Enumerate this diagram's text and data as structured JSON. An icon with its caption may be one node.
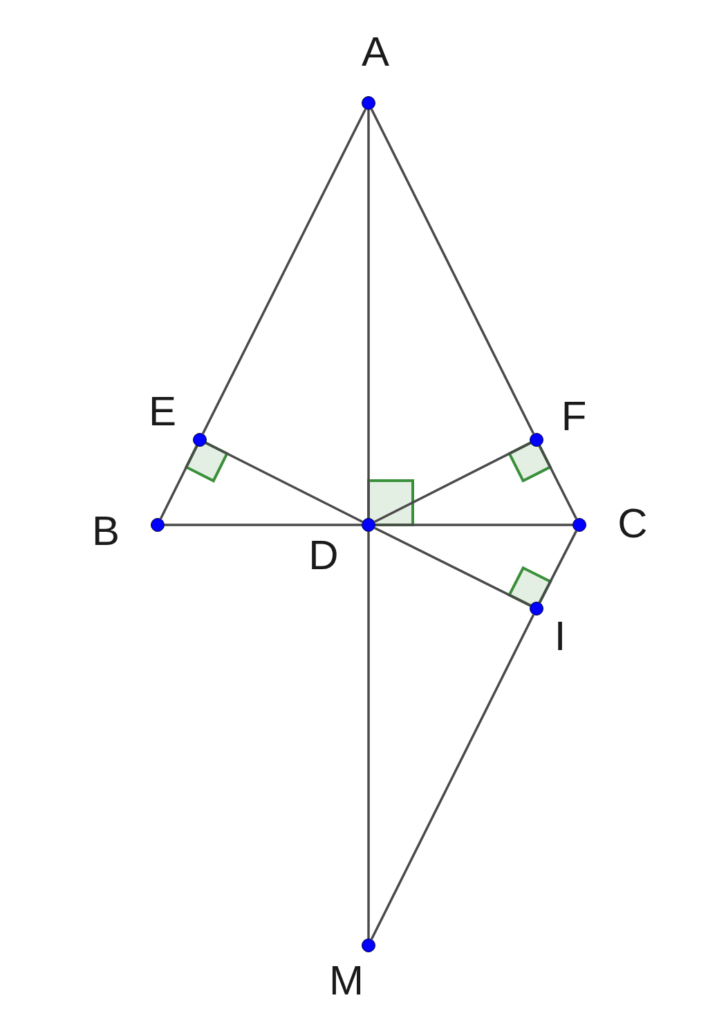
{
  "diagram": {
    "nodes": [
      {
        "text": [
          "A"
        ]
      },
      {
        "text": [
          "E"
        ]
      },
      {
        "text": [
          "F"
        ]
      },
      {
        "text": [
          "B"
        ]
      },
      {
        "text": [
          "D"
        ]
      },
      {
        "text": [
          "C"
        ]
      },
      {
        "text": [
          "I"
        ]
      },
      {
        "text": [
          "M"
        ]
      }
    ],
    "edges": [
      {
        "from": 0,
        "to": 1,
        "arrow": "none"
      },
      {
        "from": 1,
        "to": 3,
        "arrow": "none"
      },
      {
        "from": 0,
        "to": 2,
        "arrow": "none"
      },
      {
        "from": 2,
        "to": 5,
        "arrow": "none"
      },
      {
        "from": 0,
        "to": 4,
        "arrow": "none"
      },
      {
        "from": 4,
        "to": 7,
        "arrow": "none"
      },
      {
        "from": 3,
        "to": 4,
        "arrow": "none"
      },
      {
        "from": 4,
        "to": 5,
        "arrow": "none"
      },
      {
        "from": 1,
        "to": 4,
        "arrow": "none"
      },
      {
        "from": 2,
        "to": 4,
        "arrow": "none"
      },
      {
        "from": 4,
        "to": 6,
        "arrow": "none"
      },
      {
        "from": 5,
        "to": 6,
        "arrow": "none"
      },
      {
        "from": 6,
        "to": 7,
        "arrow": "none"
      }
    ]
  }
}
